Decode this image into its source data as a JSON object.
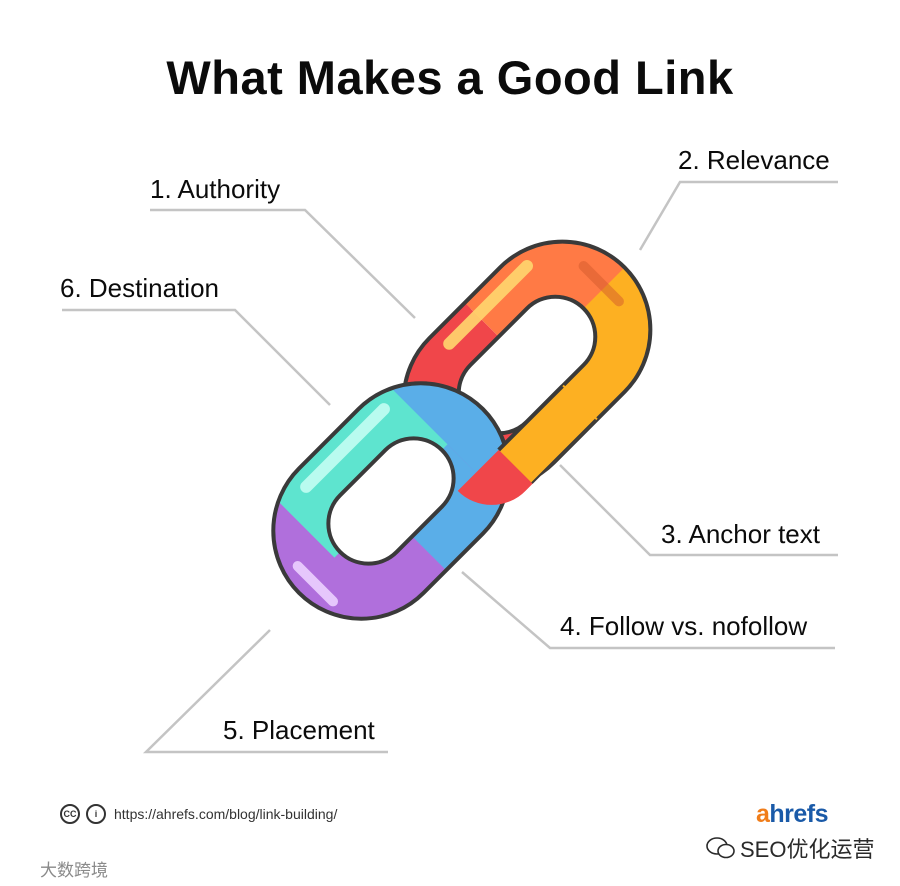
{
  "title": "What Makes a Good Link",
  "labels": [
    {
      "text": "1. Authority"
    },
    {
      "text": "2. Relevance"
    },
    {
      "text": "3. Anchor text"
    },
    {
      "text": "4. Follow vs. nofollow"
    },
    {
      "text": "5. Placement"
    },
    {
      "text": "6. Destination"
    }
  ],
  "colors": {
    "authority": "#f0464a",
    "relevance": "#ff7a45",
    "anchor_text": "#fdb022",
    "follow": "#5aaee8",
    "placement": "#b06fdc",
    "destination": "#5ee4cf",
    "outline": "#3a3a3a",
    "leader": "#c4c4c4"
  },
  "footer": {
    "license_icon_1": "CC",
    "license_icon_2": "i",
    "url": "https://ahrefs.com/blog/link-building/",
    "brand_a": "a",
    "brand_rest": "hrefs"
  },
  "watermarks": {
    "right": "SEO优化运营",
    "left": "大数跨境"
  }
}
